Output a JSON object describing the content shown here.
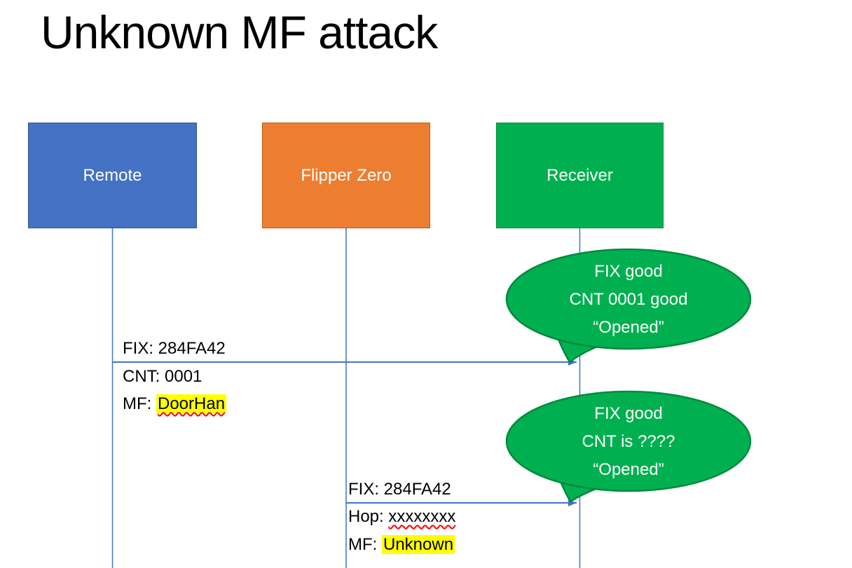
{
  "title": "Unknown MF attack",
  "colors": {
    "blue": "#4472C4",
    "blue_dark": "#2F5597",
    "orange": "#ED7D31",
    "orange_dark": "#C55A11",
    "green": "#00B050",
    "green_dark": "#008A3E",
    "yellow": "#FFFF00",
    "red": "#FF0000"
  },
  "actors": [
    {
      "label": "Remote"
    },
    {
      "label": "Flipper Zero"
    },
    {
      "label": "Receiver"
    }
  ],
  "messages": [
    {
      "from": "Remote",
      "to": "Receiver",
      "lines": [
        {
          "text": "FIX: 284FA42"
        },
        {
          "text": "CNT: 0001"
        },
        {
          "prefix": "MF: ",
          "value": "DoorHan",
          "highlight": true,
          "underline": true
        }
      ]
    },
    {
      "from": "Flipper Zero",
      "to": "Receiver",
      "lines": [
        {
          "text": "FIX: 284FA42"
        },
        {
          "prefix": "Hop: ",
          "value": "xxxxxxxx",
          "underline": true
        },
        {
          "prefix": "MF: ",
          "value": "Unknown",
          "highlight": true
        }
      ]
    }
  ],
  "bubbles": [
    {
      "lines": [
        "FIX good",
        "CNT 0001 good",
        "“Opened”"
      ]
    },
    {
      "lines": [
        "FIX good",
        "CNT is ????",
        "“Opened”"
      ]
    }
  ]
}
